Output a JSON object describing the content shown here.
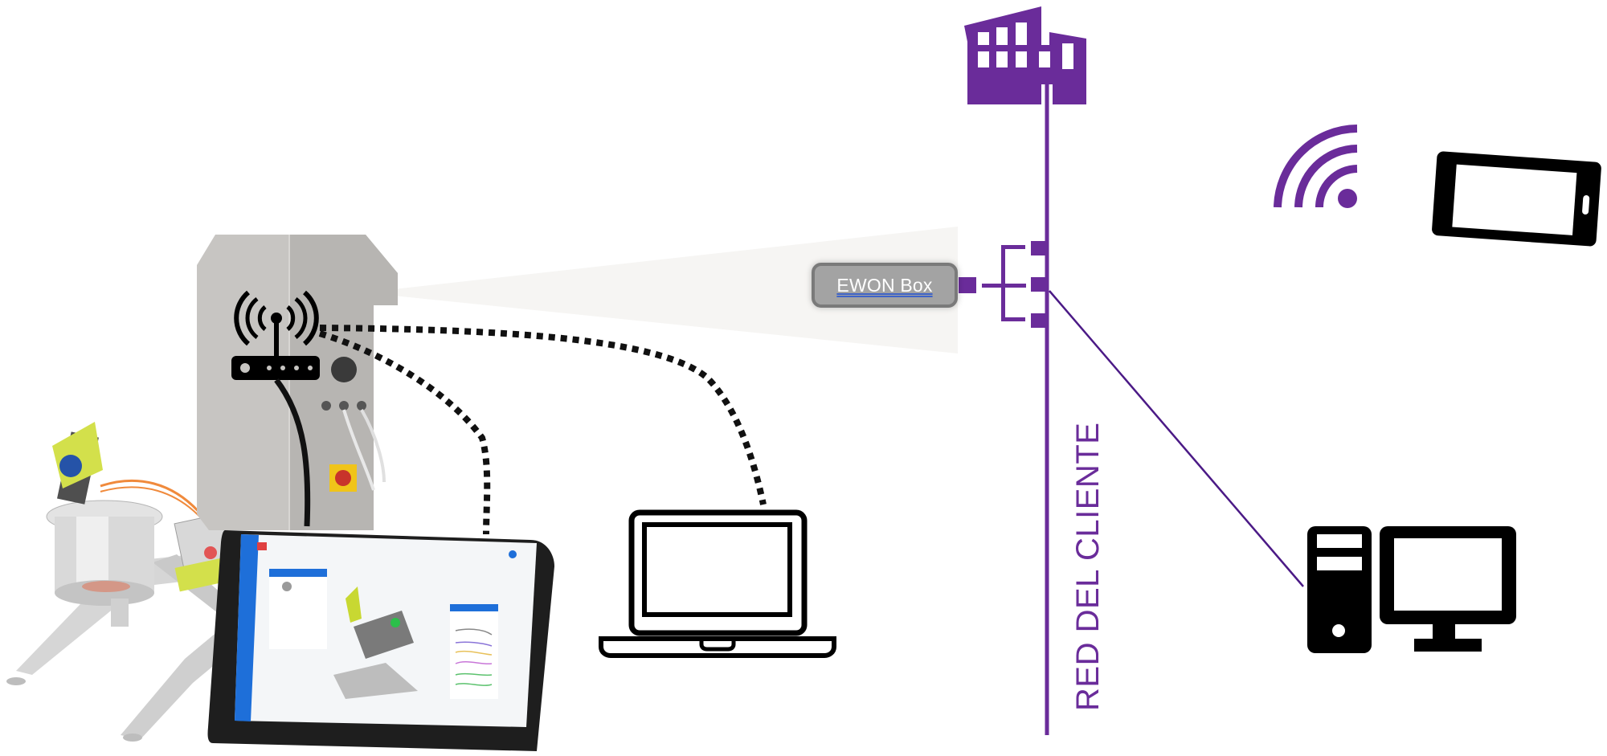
{
  "diagram": {
    "colors": {
      "network": "#6a2c9a",
      "icons": "#000000",
      "ewon_box_fill": "#a3a3a3",
      "ewon_box_border": "#7a7a7a",
      "ewon_text": "#ffffff",
      "accent_yellow": "#c8d832"
    },
    "ewon_box": {
      "label": "EWON Box"
    },
    "network_line": {
      "label": "RED DEL CLIENTE"
    },
    "nodes": [
      {
        "id": "customer-factory",
        "icon": "factory-building-icon"
      },
      {
        "id": "machine-router",
        "icon": "wifi-router-icon"
      },
      {
        "id": "hmi-tablet",
        "icon": "tablet-hmi-icon"
      },
      {
        "id": "laptop",
        "icon": "laptop-icon"
      },
      {
        "id": "wireless",
        "icon": "wifi-signal-icon"
      },
      {
        "id": "smartphone",
        "icon": "smartphone-icon"
      },
      {
        "id": "desktop-pc",
        "icon": "desktop-computer-icon"
      }
    ],
    "connections": [
      {
        "from": "machine-router",
        "to": "hmi-tablet",
        "style": "cable"
      },
      {
        "from": "machine-router",
        "to": "hmi-tablet",
        "style": "dotted-wireless"
      },
      {
        "from": "machine-router",
        "to": "laptop",
        "style": "dotted-wireless"
      },
      {
        "from": "ewon_box",
        "to": "customer-network",
        "style": "network-switch"
      },
      {
        "from": "customer-network",
        "to": "desktop-pc",
        "style": "line"
      }
    ]
  }
}
